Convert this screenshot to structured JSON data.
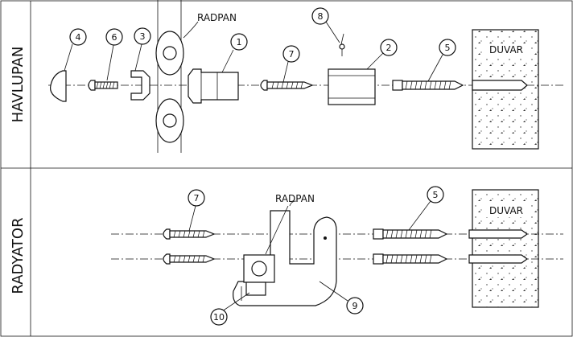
{
  "sections": [
    {
      "side_label": "HAVLUPAN",
      "radiator_label": "RADPAN",
      "wall_label": "DUVAR",
      "callouts": [
        "1",
        "2",
        "3",
        "4",
        "5",
        "6",
        "7",
        "8"
      ]
    },
    {
      "side_label": "RADYATOR",
      "radiator_label": "RADPAN",
      "wall_label": "DUVAR",
      "callouts": [
        "5",
        "7",
        "9",
        "10"
      ]
    }
  ]
}
